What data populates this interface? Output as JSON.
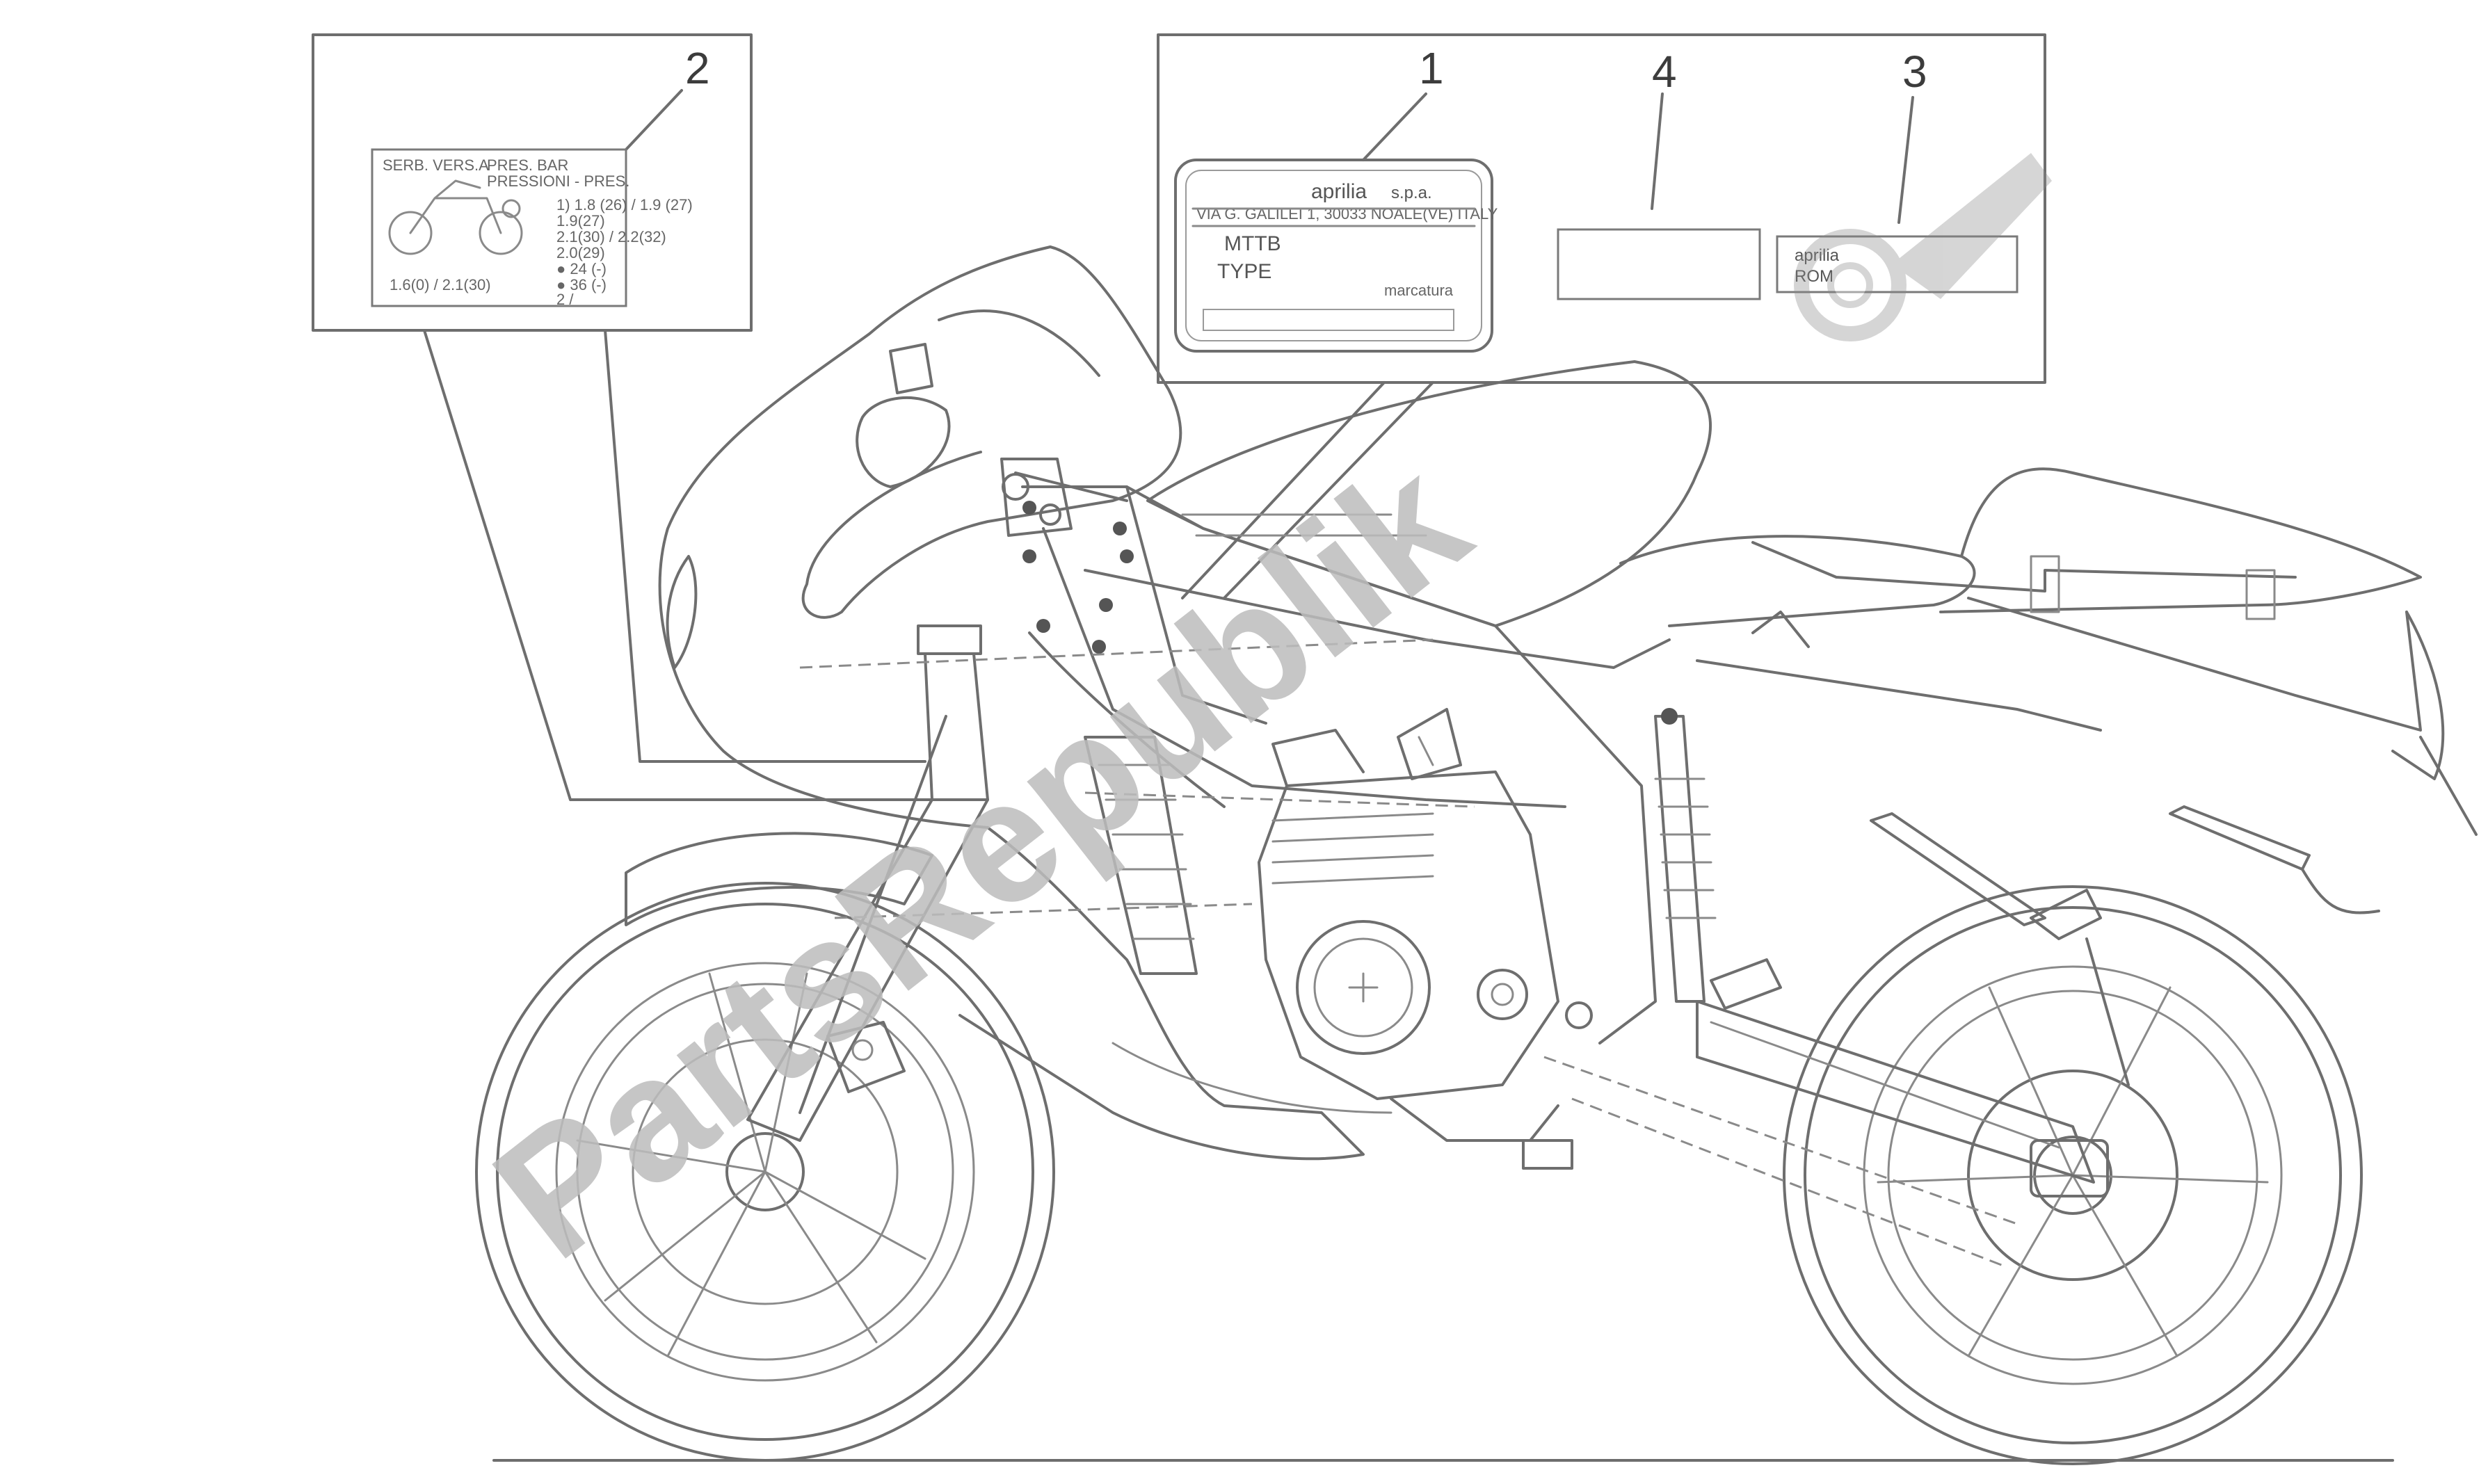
{
  "callouts": [
    {
      "id": "1",
      "label": "1"
    },
    {
      "id": "2",
      "label": "2"
    },
    {
      "id": "3",
      "label": "3"
    },
    {
      "id": "4",
      "label": "4"
    }
  ],
  "plate_1": {
    "brand": "aprilia",
    "company": "s.p.a.",
    "address": "VIA G. GALILEI 1, 30033 NOALE(VE) ITALY",
    "model_label": "MTTB",
    "type_label": "TYPE",
    "maker_mark": "marcatura"
  },
  "label_2": {
    "header_left": "SERB. VERS.A",
    "header_right": "PRES. BAR",
    "header_right2": "PRESSIONI - PRES.",
    "rows": [
      "1) 1.8 (26) / 1.9 (27)",
      "1.9(27)",
      "2.1(30) / 2.2(32)",
      "2.0(29)",
      "● 24 (-)",
      "● 36 (-)",
      "1.6(0) / 2.1(30)",
      "2 /"
    ]
  },
  "label_3": {
    "brand": "aprilia",
    "sub": "ROM"
  },
  "watermark": "PartsRepublik"
}
